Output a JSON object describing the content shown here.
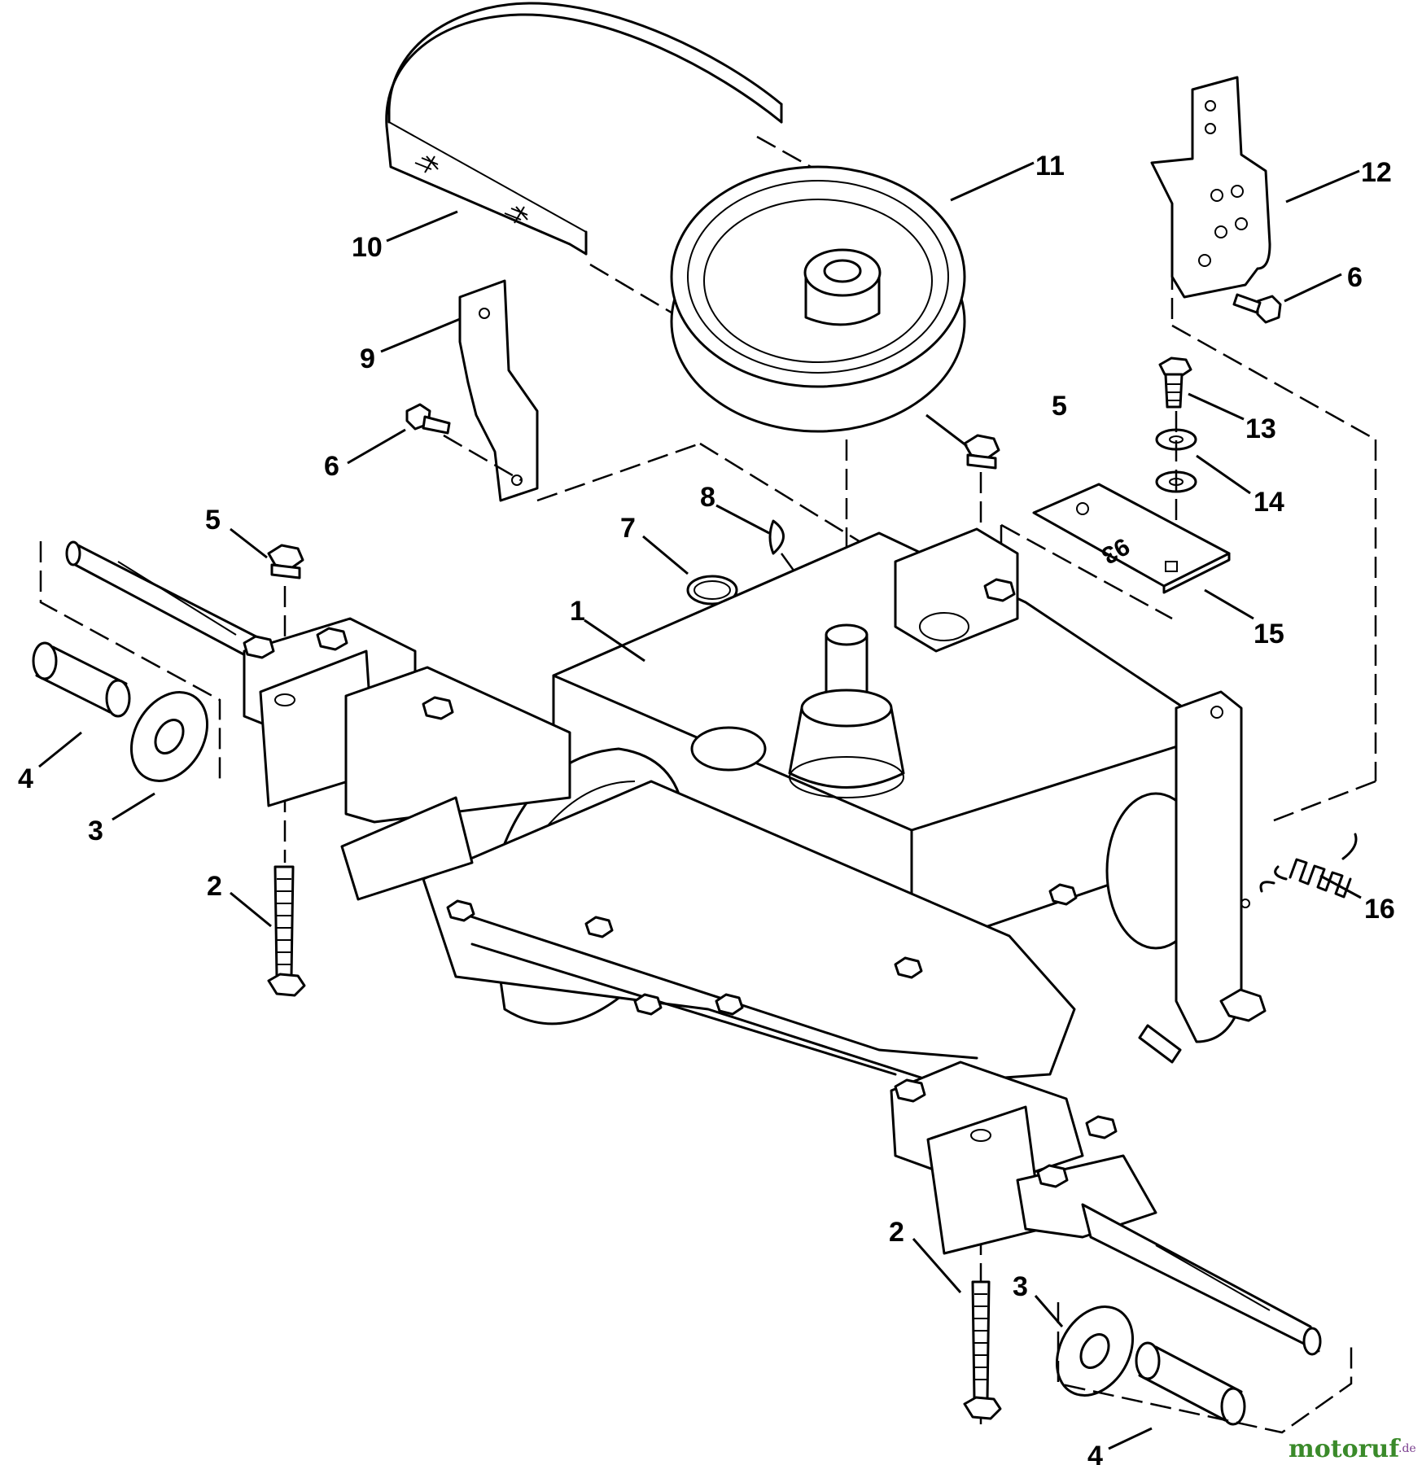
{
  "diagram": {
    "type": "exploded-parts-diagram",
    "callouts": [
      {
        "id": "c1",
        "label": "1"
      },
      {
        "id": "c2a",
        "label": "2"
      },
      {
        "id": "c2b",
        "label": "2"
      },
      {
        "id": "c3a",
        "label": "3"
      },
      {
        "id": "c3b",
        "label": "3"
      },
      {
        "id": "c4a",
        "label": "4"
      },
      {
        "id": "c4b",
        "label": "4"
      },
      {
        "id": "c5a",
        "label": "5"
      },
      {
        "id": "c5b",
        "label": "5"
      },
      {
        "id": "c6a",
        "label": "6"
      },
      {
        "id": "c6b",
        "label": "6"
      },
      {
        "id": "c7",
        "label": "7"
      },
      {
        "id": "c8",
        "label": "8"
      },
      {
        "id": "c9",
        "label": "9"
      },
      {
        "id": "c10",
        "label": "10"
      },
      {
        "id": "c11",
        "label": "11"
      },
      {
        "id": "c12",
        "label": "12"
      },
      {
        "id": "c13",
        "label": "13"
      },
      {
        "id": "c14",
        "label": "14"
      },
      {
        "id": "c15",
        "label": "15"
      },
      {
        "id": "c16",
        "label": "16"
      }
    ],
    "plate_marking": "93",
    "watermark": {
      "brand": "motoruf",
      "suffix": ".de"
    }
  },
  "colors": {
    "line": "#000000",
    "background": "#ffffff",
    "watermark_green": "#3a8a2a",
    "watermark_purple": "#7a3e8e"
  }
}
